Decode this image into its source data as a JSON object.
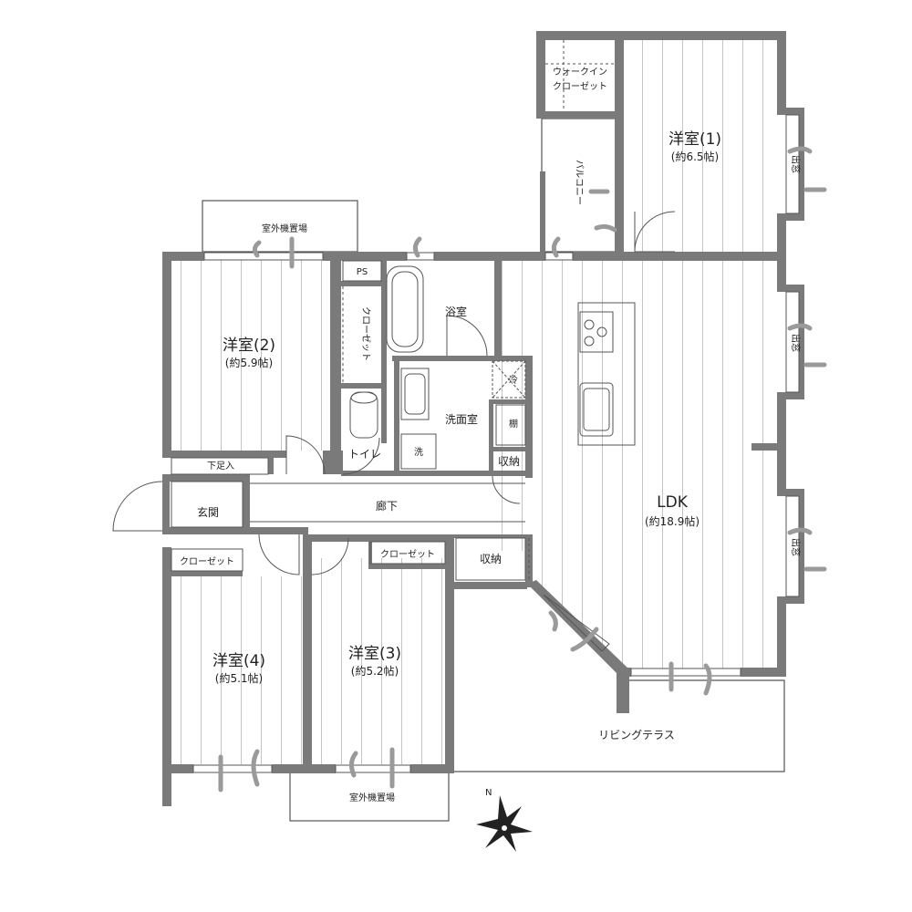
{
  "rooms": {
    "west1_name": "洋室(1)",
    "west1_area": "(約6.5帖)",
    "west2_name": "洋室(2)",
    "west2_area": "(約5.9帖)",
    "west3_name": "洋室(3)",
    "west3_area": "(約5.2帖)",
    "west4_name": "洋室(4)",
    "west4_area": "(約5.1帖)",
    "ldk_name": "LDK",
    "ldk_area": "(約18.9帖)"
  },
  "labels": {
    "walkin_line1": "ウォークイン",
    "walkin_line2": "クローゼット",
    "balcony": "バルコニー",
    "outdoor_unit_top": "室外機置場",
    "outdoor_unit_bottom": "室外機置場",
    "ps": "PS",
    "closet_vertical": "クローゼット",
    "bath": "浴室",
    "washroom": "洗面室",
    "toilet": "トイレ",
    "washer": "洗",
    "fridge": "冷",
    "shelf": "棚",
    "storage1": "収納",
    "storage2": "収納",
    "shoe_storage": "下足入",
    "entrance": "玄関",
    "corridor": "廊下",
    "closet_w4": "クローゼット",
    "closet_w3": "クローゼット",
    "bay_window_1": "出窓",
    "bay_window_2": "出窓",
    "bay_window_3": "出窓",
    "living_terrace": "リビングテラス",
    "compass_north": "N"
  },
  "colors": {
    "wall": "#7a7a7a",
    "floor_line": "#bdbdbd",
    "thin_line": "#555555"
  }
}
